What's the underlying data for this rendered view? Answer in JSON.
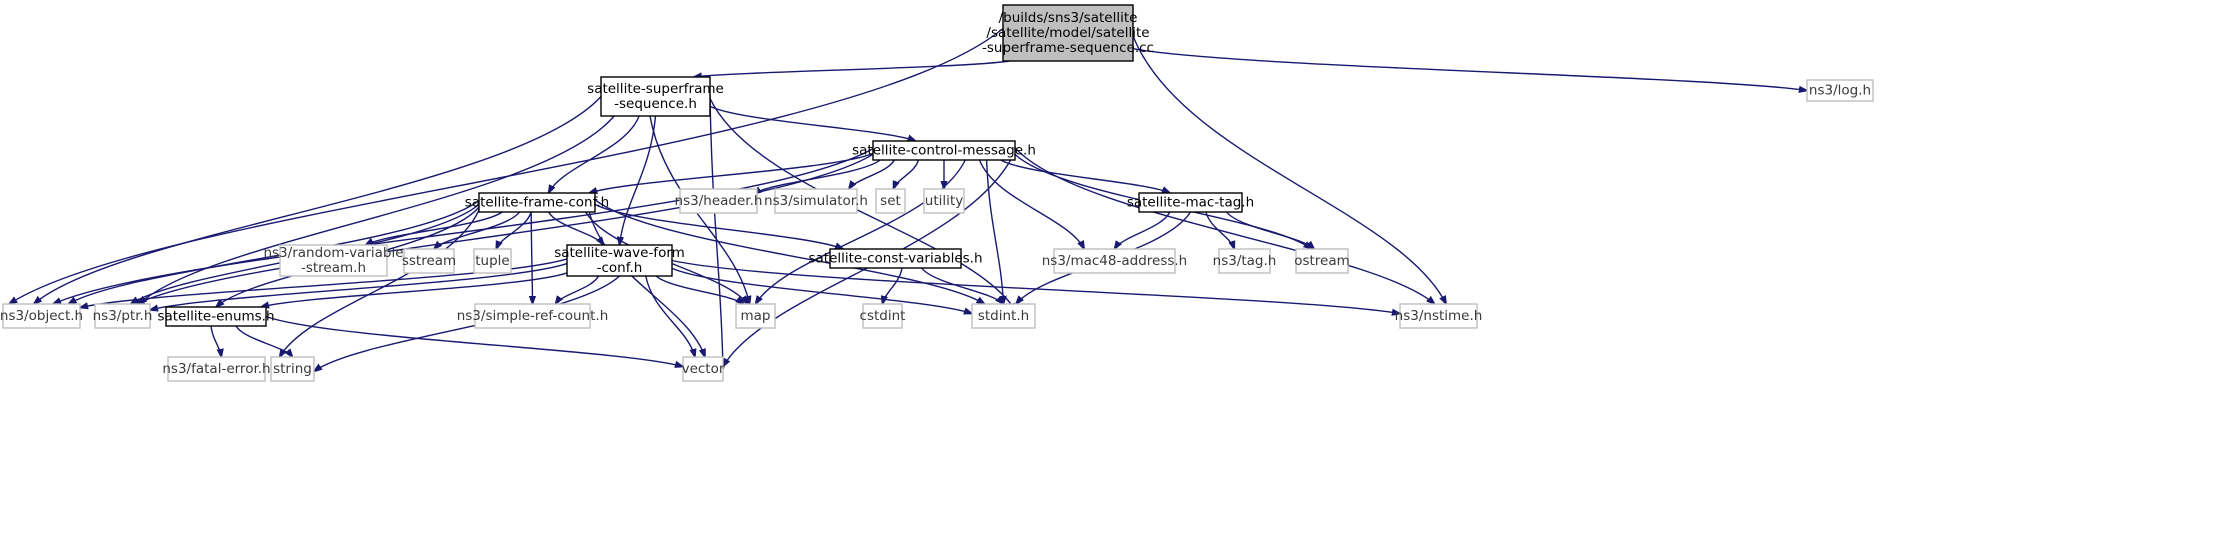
{
  "graph": {
    "edge_color": "#191970",
    "root_fill": "#bfbfbf",
    "nodes": [
      {
        "id": "root",
        "kind": "root",
        "lines": [
          "/builds/sns3/satellite",
          "/satellite/model/satellite",
          "-superframe-sequence.cc"
        ]
      },
      {
        "id": "ssh",
        "kind": "doc",
        "lines": [
          "satellite-superframe",
          "-sequence.h"
        ]
      },
      {
        "id": "log",
        "kind": "ext",
        "lines": [
          "ns3/log.h"
        ]
      },
      {
        "id": "ctrl",
        "kind": "doc",
        "lines": [
          "satellite-control-message.h"
        ]
      },
      {
        "id": "frame",
        "kind": "doc",
        "lines": [
          "satellite-frame-conf.h"
        ]
      },
      {
        "id": "header",
        "kind": "ext",
        "lines": [
          "ns3/header.h"
        ]
      },
      {
        "id": "sim",
        "kind": "ext",
        "lines": [
          "ns3/simulator.h"
        ]
      },
      {
        "id": "set",
        "kind": "ext",
        "lines": [
          "set"
        ]
      },
      {
        "id": "utility",
        "kind": "ext",
        "lines": [
          "utility"
        ]
      },
      {
        "id": "mactag",
        "kind": "doc",
        "lines": [
          "satellite-mac-tag.h"
        ]
      },
      {
        "id": "rvs",
        "kind": "ext",
        "lines": [
          "ns3/random-variable",
          "-stream.h"
        ]
      },
      {
        "id": "sstream",
        "kind": "ext",
        "lines": [
          "sstream"
        ]
      },
      {
        "id": "tuple",
        "kind": "ext",
        "lines": [
          "tuple"
        ]
      },
      {
        "id": "wave",
        "kind": "doc",
        "lines": [
          "satellite-wave-form",
          "-conf.h"
        ]
      },
      {
        "id": "constv",
        "kind": "doc",
        "lines": [
          "satellite-const-variables.h"
        ]
      },
      {
        "id": "mac48",
        "kind": "ext",
        "lines": [
          "ns3/mac48-address.h"
        ]
      },
      {
        "id": "tag",
        "kind": "ext",
        "lines": [
          "ns3/tag.h"
        ]
      },
      {
        "id": "ostream",
        "kind": "ext",
        "lines": [
          "ostream"
        ]
      },
      {
        "id": "object",
        "kind": "ext",
        "lines": [
          "ns3/object.h"
        ]
      },
      {
        "id": "ptr",
        "kind": "ext",
        "lines": [
          "ns3/ptr.h"
        ]
      },
      {
        "id": "enums",
        "kind": "doc",
        "lines": [
          "satellite-enums.h"
        ]
      },
      {
        "id": "src",
        "kind": "ext",
        "lines": [
          "ns3/simple-ref-count.h"
        ]
      },
      {
        "id": "map",
        "kind": "ext",
        "lines": [
          "map"
        ]
      },
      {
        "id": "cstdint",
        "kind": "ext",
        "lines": [
          "cstdint"
        ]
      },
      {
        "id": "stdint",
        "kind": "ext",
        "lines": [
          "stdint.h"
        ]
      },
      {
        "id": "nstime",
        "kind": "ext",
        "lines": [
          "ns3/nstime.h"
        ]
      },
      {
        "id": "fatal",
        "kind": "ext",
        "lines": [
          "ns3/fatal-error.h"
        ]
      },
      {
        "id": "string",
        "kind": "ext",
        "lines": [
          "string"
        ]
      },
      {
        "id": "vector",
        "kind": "ext",
        "lines": [
          "vector"
        ]
      }
    ],
    "edges": [
      [
        "root",
        "ssh"
      ],
      [
        "root",
        "log"
      ],
      [
        "root",
        "object"
      ],
      [
        "root",
        "nstime"
      ],
      [
        "ssh",
        "ctrl"
      ],
      [
        "ssh",
        "frame"
      ],
      [
        "ssh",
        "wave"
      ],
      [
        "ssh",
        "object"
      ],
      [
        "ssh",
        "ptr"
      ],
      [
        "ssh",
        "map"
      ],
      [
        "ssh",
        "stdint"
      ],
      [
        "ssh",
        "vector"
      ],
      [
        "ctrl",
        "frame"
      ],
      [
        "ctrl",
        "header"
      ],
      [
        "ctrl",
        "sim"
      ],
      [
        "ctrl",
        "set"
      ],
      [
        "ctrl",
        "utility"
      ],
      [
        "ctrl",
        "mactag"
      ],
      [
        "ctrl",
        "object"
      ],
      [
        "ctrl",
        "ptr"
      ],
      [
        "ctrl",
        "mac48"
      ],
      [
        "ctrl",
        "ostream"
      ],
      [
        "ctrl",
        "nstime"
      ],
      [
        "ctrl",
        "map"
      ],
      [
        "ctrl",
        "stdint"
      ],
      [
        "ctrl",
        "vector"
      ],
      [
        "frame",
        "rvs"
      ],
      [
        "frame",
        "sstream"
      ],
      [
        "frame",
        "tuple"
      ],
      [
        "frame",
        "wave"
      ],
      [
        "frame",
        "constv"
      ],
      [
        "frame",
        "object"
      ],
      [
        "frame",
        "ptr"
      ],
      [
        "frame",
        "enums"
      ],
      [
        "frame",
        "src"
      ],
      [
        "frame",
        "map"
      ],
      [
        "frame",
        "stdint"
      ],
      [
        "frame",
        "string"
      ],
      [
        "frame",
        "vector"
      ],
      [
        "wave",
        "object"
      ],
      [
        "wave",
        "ptr"
      ],
      [
        "wave",
        "enums"
      ],
      [
        "wave",
        "src"
      ],
      [
        "wave",
        "map"
      ],
      [
        "wave",
        "stdint"
      ],
      [
        "wave",
        "nstime"
      ],
      [
        "wave",
        "string"
      ],
      [
        "wave",
        "vector"
      ],
      [
        "mactag",
        "mac48"
      ],
      [
        "mactag",
        "tag"
      ],
      [
        "mactag",
        "ostream"
      ],
      [
        "mactag",
        "stdint"
      ],
      [
        "constv",
        "cstdint"
      ],
      [
        "constv",
        "stdint"
      ],
      [
        "enums",
        "fatal"
      ],
      [
        "enums",
        "string"
      ],
      [
        "enums",
        "vector"
      ]
    ]
  }
}
